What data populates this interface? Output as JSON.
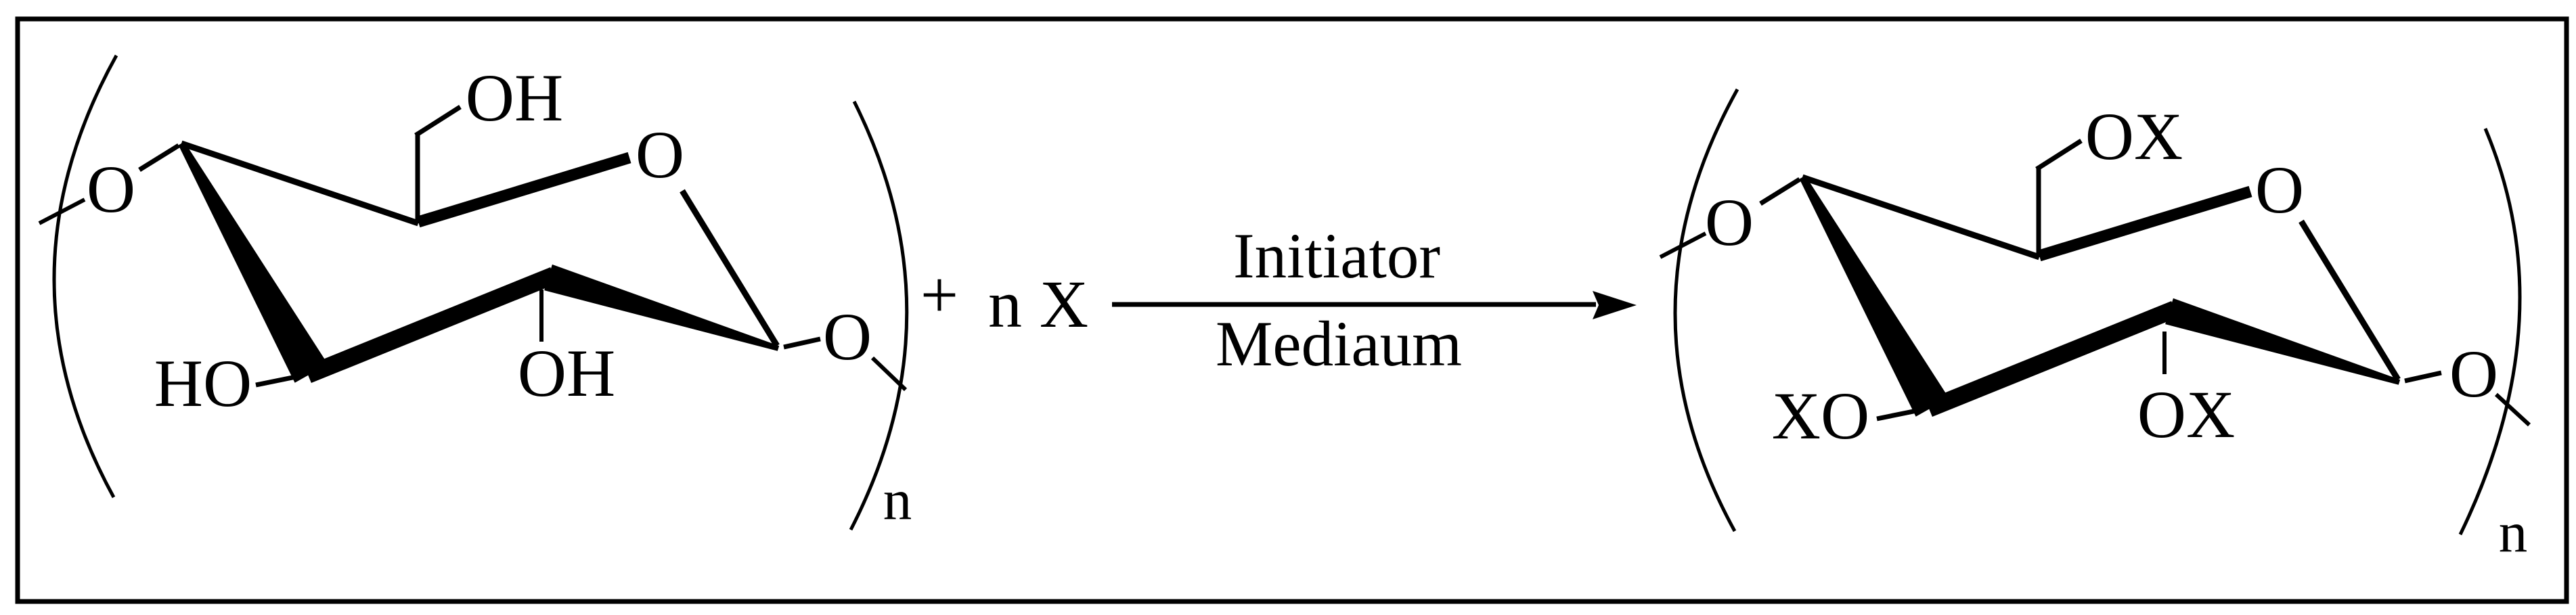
{
  "figure": {
    "type": "reaction-scheme",
    "description": "Chemical functionalization of a cellulose anhydroglucose repeat unit",
    "colors": {
      "ink": "#000000",
      "background": "#ffffff"
    },
    "reactant": {
      "left_oxygen": "O",
      "ch2_substituent": "OH",
      "ring_oxygen": "O",
      "right_oxygen": "O",
      "c3_substituent": "HO",
      "c2_substituent": "OH",
      "repeat_subscript": "n"
    },
    "conditions": {
      "plus": "+",
      "equivalents": "n",
      "reagent": "X",
      "above_arrow": "Initiator",
      "below_arrow": "Mediaum"
    },
    "product": {
      "left_oxygen": "O",
      "ch2_substituent": "OX",
      "ring_oxygen": "O",
      "right_oxygen": "O",
      "c3_substituent": "XO",
      "c2_substituent": "OX",
      "repeat_subscript": "n"
    }
  }
}
